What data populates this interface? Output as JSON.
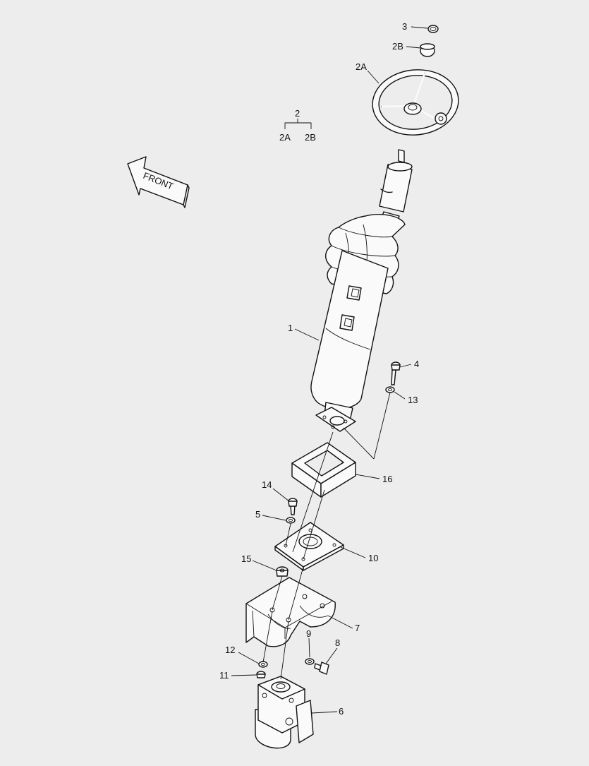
{
  "diagram": {
    "front_arrow_label": "FRONT",
    "group": {
      "parent": "2",
      "children": [
        "2A",
        "2B"
      ]
    },
    "callouts": [
      {
        "id": "c3",
        "label": "3"
      },
      {
        "id": "c2b",
        "label": "2B"
      },
      {
        "id": "c2a",
        "label": "2A"
      },
      {
        "id": "c1",
        "label": "1"
      },
      {
        "id": "c4",
        "label": "4"
      },
      {
        "id": "c13",
        "label": "13"
      },
      {
        "id": "c16",
        "label": "16"
      },
      {
        "id": "c14",
        "label": "14"
      },
      {
        "id": "c5",
        "label": "5"
      },
      {
        "id": "c10",
        "label": "10"
      },
      {
        "id": "c15",
        "label": "15"
      },
      {
        "id": "c7",
        "label": "7"
      },
      {
        "id": "c9",
        "label": "9"
      },
      {
        "id": "c8",
        "label": "8"
      },
      {
        "id": "c12",
        "label": "12"
      },
      {
        "id": "c11",
        "label": "11"
      },
      {
        "id": "c6",
        "label": "6"
      }
    ]
  }
}
